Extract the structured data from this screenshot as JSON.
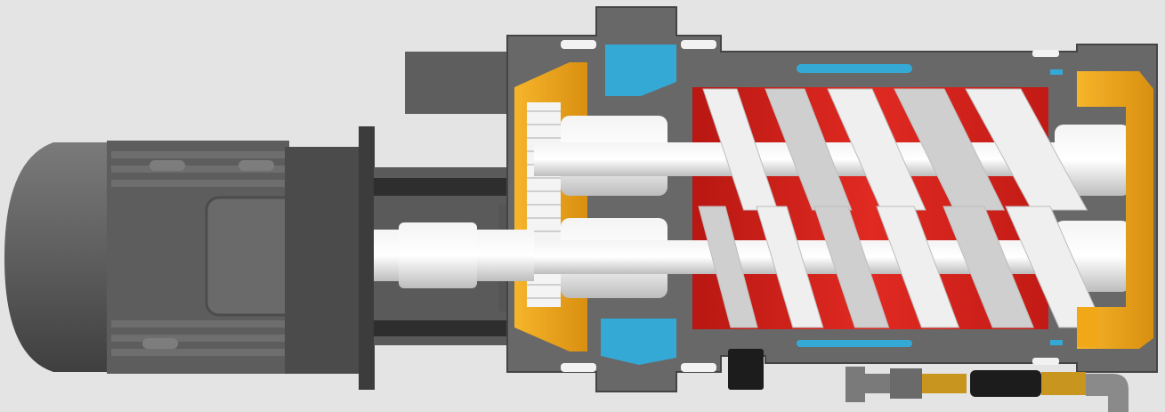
{
  "figure": {
    "labels": [],
    "colors": {
      "background": "#e4e4e4",
      "housing": "#6b6b6b",
      "housing_dark": "#4a4a4a",
      "motor": "#5a5a5a",
      "rotor": "#e8e8e8",
      "rotor_shade": "#c8c8c8",
      "chamber": "#d9201b",
      "bearing_cover": "#f0a818",
      "coolant": "#35a9d6",
      "valve_brass": "#c8961e",
      "valve_black": "#1c1c1c"
    },
    "parts": [
      {
        "id": "motor",
        "icon": "electric-motor"
      },
      {
        "id": "coupling",
        "icon": "shaft-coupling"
      },
      {
        "id": "timing-gear",
        "icon": "gear"
      },
      {
        "id": "screw-rotors",
        "icon": "twin-screw-rotor"
      },
      {
        "id": "pump-chamber",
        "icon": "red-chamber"
      },
      {
        "id": "cooling-channels",
        "icon": "coolant-jacket"
      },
      {
        "id": "end-bearing-cover",
        "icon": "bearing-cover"
      },
      {
        "id": "drain-valve",
        "icon": "valve"
      }
    ]
  }
}
